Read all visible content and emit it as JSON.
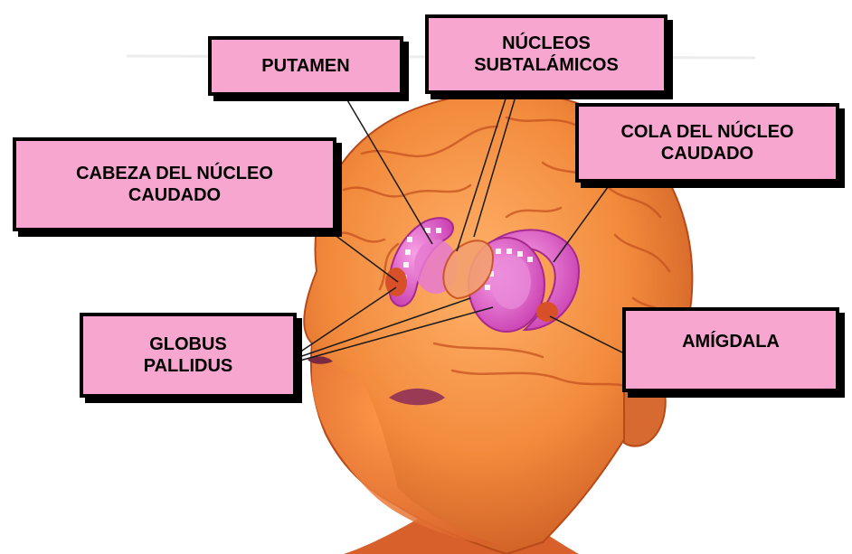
{
  "labels": {
    "putamen": "PUTAMEN",
    "nucleos_subtalamicos": "NÚCLEOS\nSUBTALÁMICOS",
    "cola_nucleo_caudado": "COLA DEL NÚCLEO\nCAUDADO",
    "cabeza_nucleo_caudado": "CABEZA DEL NÚCLEO\nCAUDADO",
    "globus_pallidus": "GLOBUS\nPALLIDUS",
    "amigdala": "AMÍGDALA"
  },
  "colors": {
    "label_fill": "#f7a6cf",
    "label_border": "#000000",
    "skin": "#f08a3a",
    "structure": "#e060c8"
  }
}
